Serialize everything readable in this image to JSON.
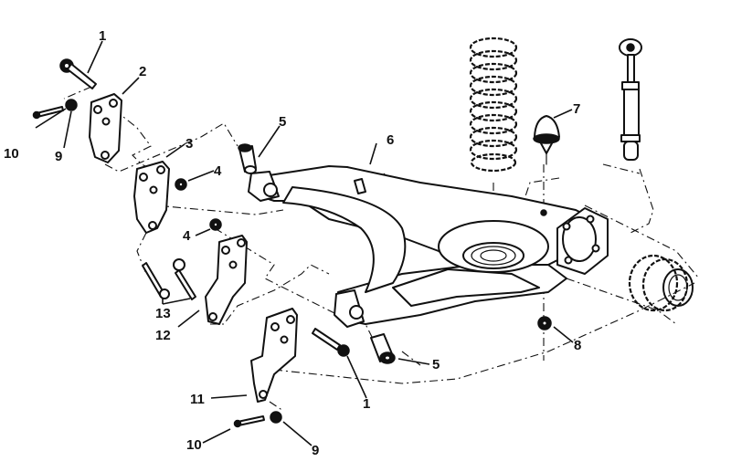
{
  "figure": {
    "title": "Rear lower control arm, coil spring and shock absorber - exploded view",
    "callouts": [
      {
        "id": "c1a",
        "label": "1"
      },
      {
        "id": "c2",
        "label": "2"
      },
      {
        "id": "c3",
        "label": "3"
      },
      {
        "id": "c4a",
        "label": "4"
      },
      {
        "id": "c4b",
        "label": "4"
      },
      {
        "id": "c5a",
        "label": "5"
      },
      {
        "id": "c5b",
        "label": "5"
      },
      {
        "id": "c6",
        "label": "6"
      },
      {
        "id": "c7",
        "label": "7"
      },
      {
        "id": "c8",
        "label": "8"
      },
      {
        "id": "c9a",
        "label": "9"
      },
      {
        "id": "c9b",
        "label": "9"
      },
      {
        "id": "c10a",
        "label": "10"
      },
      {
        "id": "c10b",
        "label": "10"
      },
      {
        "id": "c11",
        "label": "11"
      },
      {
        "id": "c12",
        "label": "12"
      },
      {
        "id": "c13",
        "label": "13"
      },
      {
        "id": "c1b",
        "label": "1"
      }
    ],
    "colors": {
      "ink": "#111111",
      "paper": "#ffffff"
    }
  }
}
